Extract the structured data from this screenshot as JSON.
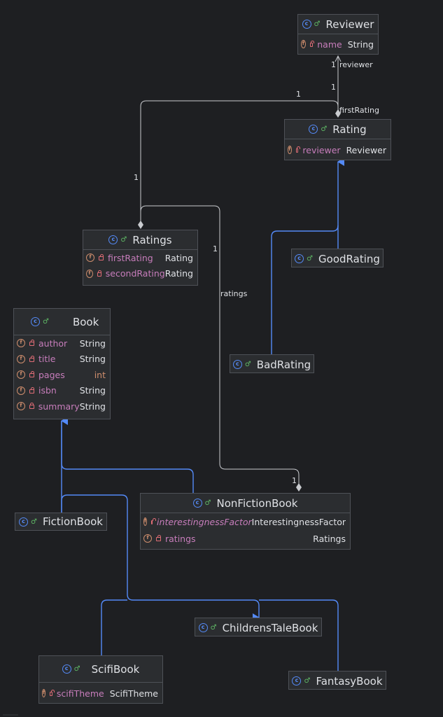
{
  "icons": {
    "class": "class-icon",
    "field": "field-icon",
    "private": "private-lock-icon",
    "public": "public-marker-icon"
  },
  "colors": {
    "background": "#1e1f22",
    "panel": "#2b2d30",
    "border": "#4e5157",
    "field_name": "#c77dbb",
    "association": "#c9cbcf",
    "inheritance": "#548af7"
  },
  "classes": {
    "reviewer": {
      "name": "Reviewer",
      "fields": [
        {
          "name": "name",
          "type": "String"
        }
      ]
    },
    "rating": {
      "name": "Rating",
      "fields": [
        {
          "name": "reviewer",
          "type": "Reviewer"
        }
      ]
    },
    "ratings": {
      "name": "Ratings",
      "fields": [
        {
          "name": "firstRating",
          "type": "Rating"
        },
        {
          "name": "secondRating",
          "type": "Rating"
        }
      ]
    },
    "good_rating": {
      "name": "GoodRating"
    },
    "bad_rating": {
      "name": "BadRating"
    },
    "book": {
      "name": "Book",
      "fields": [
        {
          "name": "author",
          "type": "String"
        },
        {
          "name": "title",
          "type": "String"
        },
        {
          "name": "pages",
          "type": "int"
        },
        {
          "name": "isbn",
          "type": "String"
        },
        {
          "name": "summary",
          "type": "String"
        }
      ]
    },
    "fiction_book": {
      "name": "FictionBook"
    },
    "non_fiction_book": {
      "name": "NonFictionBook",
      "fields": [
        {
          "name": "interestingnessFactor",
          "type": "InterestingnessFactor"
        },
        {
          "name": "ratings",
          "type": "Ratings"
        }
      ]
    },
    "childrens_tale_book": {
      "name": "ChildrensTaleBook"
    },
    "scifi_book": {
      "name": "ScifiBook",
      "fields": [
        {
          "name": "scifiTheme",
          "type": "ScifiTheme"
        }
      ]
    },
    "fantasy_book": {
      "name": "FantasyBook"
    }
  },
  "labels": {
    "reviewer_mult_top": "1",
    "reviewer_role": "reviewer",
    "reviewer_mult_bottom": "1",
    "first_rating_role": "firstRating",
    "first_rating_mult_top": "1",
    "first_rating_mult_side": "1",
    "ratings_mult": "1",
    "ratings_role": "ratings",
    "ratings_mult_end": "1"
  }
}
